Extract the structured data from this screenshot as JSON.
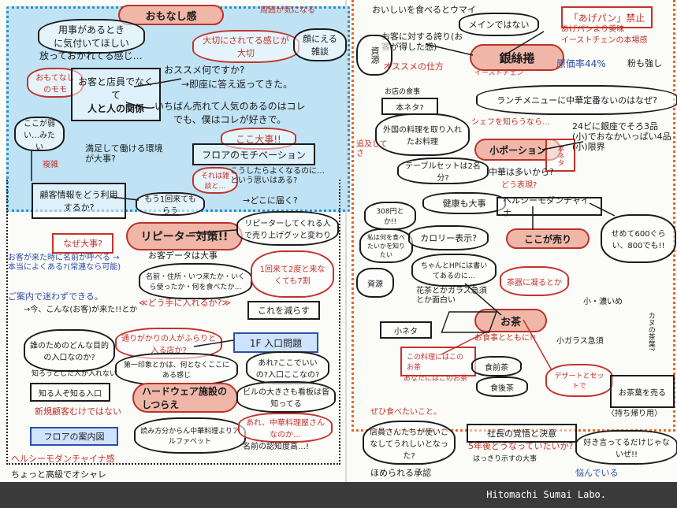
{
  "left": {
    "header_top": "おもなし感",
    "notes": [
      "周囲が気になる",
      "用事があるとき",
      "に気付いてほしい",
      "放っておかれてる感じ…",
      "大切にされてる感じが大切",
      "顔にえる雑談",
      "おもてなしのモモ",
      "お客と店員でなくて",
      "人と人の関係",
      "おススメ何ですか?",
      "→即座に答え返ってきた。",
      "いちばん売れて人気のあるのはコレ",
      "でも、僕はコレが好きで。",
      "ここ大事!!",
      "満足して働ける環境が大事?",
      "フロアのモチベーション",
      "それは雑談と…",
      "こうしたらよくなるのに…という思いはある?",
      "→どこに届く?",
      "ここが弱い…みたい",
      "複雑",
      "顧客情報をどう利用するか?",
      "もう1回来てもらう",
      "リピーター対策!!",
      "リピーターしてくれる人で売り上げグッと変わり",
      "なぜ大事?",
      "お客が来た時に名前が呼べる → 本当によくある?(常連なら可能)",
      "ご案内で迷わずできる。",
      "→今、こんな(お客)が来た!!とか",
      "お客データは大事",
      "名前・住所・いつ来たか・いくら使ったか・何を食べたか…",
      "1回来て2度と来なくても7割",
      "≪どう手に入れるか?≫",
      "これを減らす",
      "誰のためのどんな目的の入口なのか?",
      "通りがかりの人がふらりと入る店か?",
      "1F 入口問題",
      "第一印象とかは、何となくここにある感じ",
      "あれ?ここでいいの?入口ここなの?",
      "知ろうとした人が入れない",
      "知る人ぞ知る入口",
      "新規顧客むけではない",
      "ハードウェア施設のしつらえ",
      "ビルの大きさも看板は皆知ってる",
      "フロアの案内図",
      "読み方分からん中華料理よりアルファベット",
      "あれ、中華料理屋さんなのか…",
      "名前の認知度高…!",
      "ヘルシーモダンチャイナ感",
      "ちょっと高級でオシャレ"
    ]
  },
  "right": {
    "notes": [
      "おいしいを食べるとウマイ",
      "メインではない",
      "「あげパン」禁止",
      "あげパンより美味",
      "イーストチェンの本場感",
      "お客に対する誇り(お客が得した感)",
      "資源",
      "銀絲捲",
      "オススメの仕方",
      "原価率44%",
      "粉も強し",
      "イーストチェン",
      "ランチメニューに中華定番ないのはなぜ?",
      "お店の食事",
      "本ネタ?",
      "外国の料理を取り入れたお料理",
      "シェフを知らうなら…",
      "小ポーション",
      "本ネタ",
      "24ビに銀座でそろ3品(小)でおなかいっぱい4品(小)限界",
      "追及してさ",
      "テーブルセットは2名分?",
      "中華は多いから?",
      "どう表現?",
      "健康も大事",
      "ヘルシーモダンチャイナ",
      "308円とか!!",
      "私は何を食べたいかを知りたい",
      "カロリー表示?",
      "ここが売り",
      "せめて600ぐらい、800でも!!",
      "ちゃんとHPには書いてあるのに…",
      "資源",
      "茶器に凝るとか",
      "小・濃いめ",
      "花茶とかガラス急須とか面白い",
      "お茶",
      "お食事とともに!!",
      "カヌの茶葉?",
      "小ネタ",
      "この料理にはこのお茶",
      "あなたにはこのお茶",
      "食前茶",
      "食後茶",
      "デザートとセットで",
      "お茶葉を売る",
      "〈持ち帰り用〉",
      "小ガラス急須",
      "ぜひ食べたいこと。",
      "店員さんたちが使いこなしてうれしいとなった?",
      "社長の覚悟と決意",
      "5年後どうなっていたいか?",
      "好き言ってるだけじゃないぜ!!",
      "はっきり示すの大事",
      "ほめられる承認",
      "悩んでいる"
    ]
  },
  "footer": {
    "credit": "Hitomachi Sumai Labo."
  },
  "colors": {
    "blue_fill": "#bfe3f5",
    "blue_dots": "#2f8fd0",
    "orange_dots": "#e06a2b",
    "pill_fill": "#f0b7a8",
    "red_ink": "#c3332b",
    "footer_bg": "#3a3a3a"
  }
}
